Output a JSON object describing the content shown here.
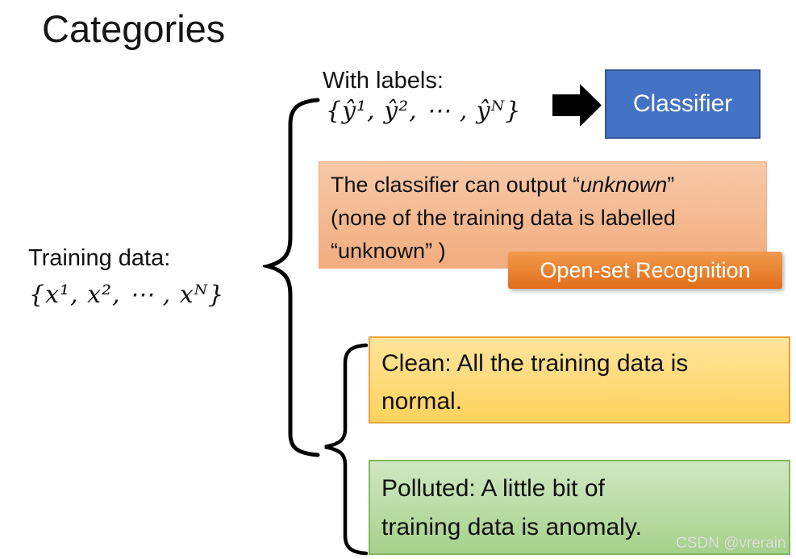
{
  "title": "Categories",
  "training": {
    "label": "Training data:",
    "math": "{x¹, x², ⋯ , xᴺ}"
  },
  "with_labels": {
    "label": "With labels:",
    "math": "{ŷ¹, ŷ², ⋯ , ŷᴺ}"
  },
  "classifier": {
    "label": "Classifier"
  },
  "callout": {
    "line1_prefix": "The classifier can output “",
    "line1_italic": "unknown",
    "line1_suffix": "”",
    "line2": "(none of the training data is labelled",
    "line3": "“unknown” )"
  },
  "openset": {
    "label": "Open-set Recognition"
  },
  "clean": {
    "lines": [
      "Clean: All the training data is",
      "normal."
    ]
  },
  "polluted": {
    "lines": [
      "Polluted: A little bit of",
      "training data is anomaly."
    ]
  },
  "watermark": "CSDN @vrerain",
  "colors": {
    "classifier_fill": "#4472C4",
    "classifier_border": "#2F5597",
    "classifier_text": "#FFFFFF",
    "callout_fill_top": "#F8C9A8",
    "callout_fill_bottom": "#F2AC7E",
    "openset_fill_top": "#F29A4D",
    "openset_fill_bottom": "#E06E1A",
    "openset_text": "#FFFFFF",
    "clean_fill_top": "#FFE49C",
    "clean_fill_bottom": "#FFD25C",
    "clean_border": "#E5A33D",
    "polluted_fill_top": "#D0E8C2",
    "polluted_fill_bottom": "#A6D18B",
    "polluted_border": "#7FB95E",
    "arrow": "#000000",
    "brace": "#000000",
    "background": "#FFFFFF"
  }
}
